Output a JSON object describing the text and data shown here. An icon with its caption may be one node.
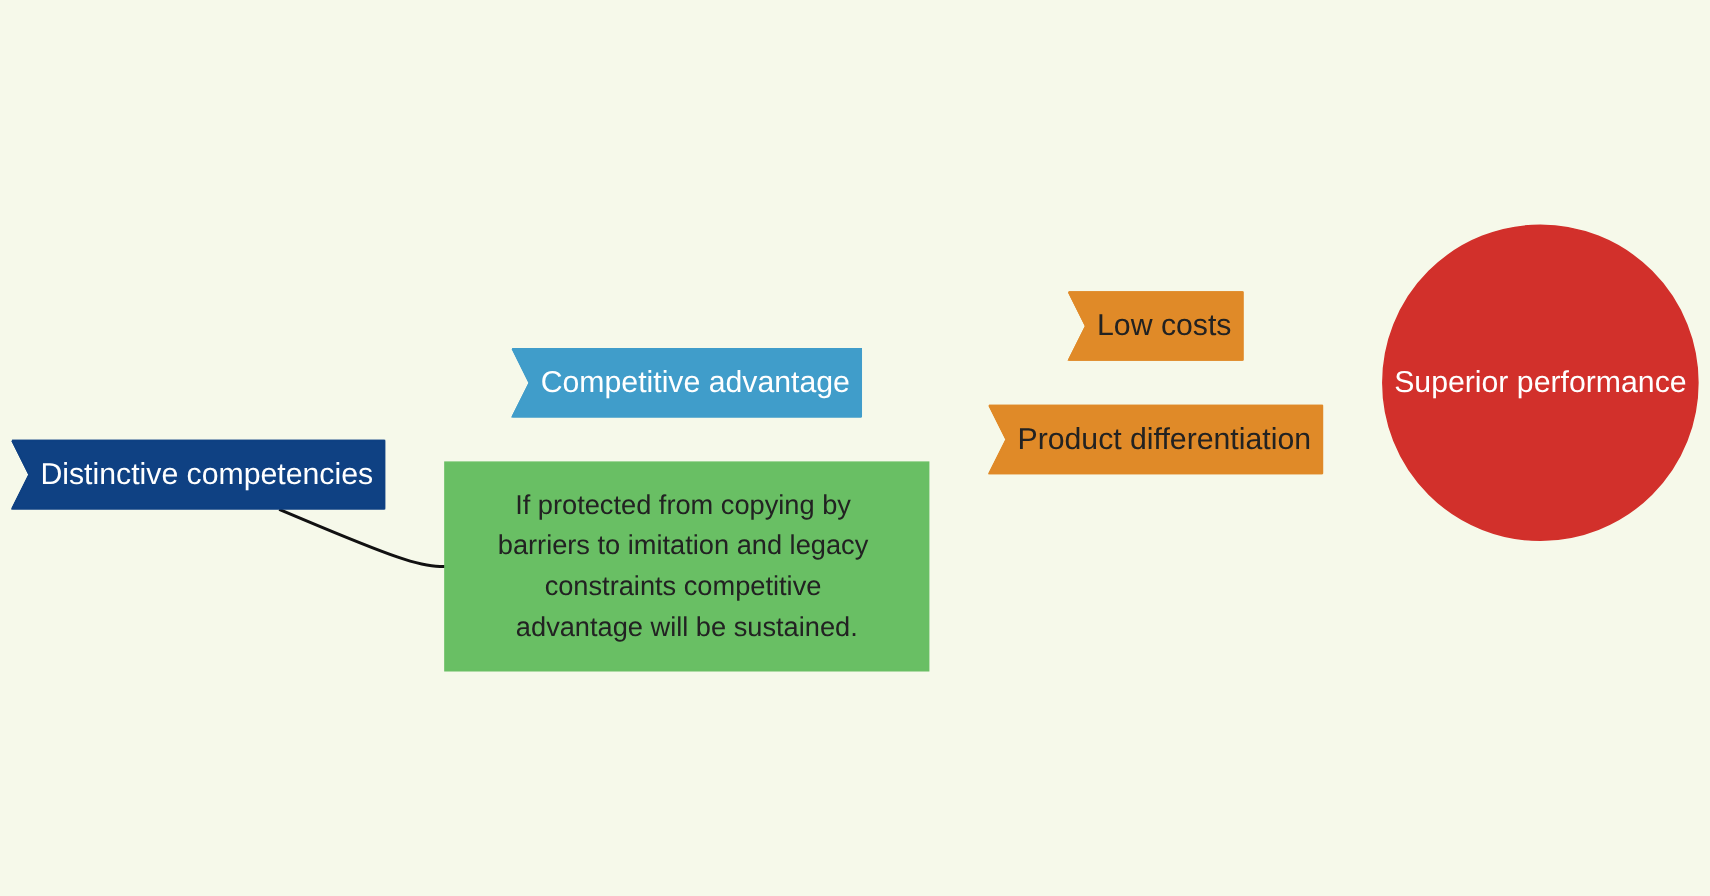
{
  "diagram": {
    "nodes": [
      {
        "text": [
          "Distinctive competencies"
        ]
      },
      {
        "text": [
          "Competitive advantage"
        ]
      },
      {
        "text": [
          "Low costs"
        ]
      },
      {
        "text": [
          "Product differentiation"
        ]
      },
      {
        "text": [
          "Superior performance"
        ]
      },
      {
        "text": [
          "If protected from copying by barriers to imitation and legacy constraints competitive advantage will be sustained."
        ]
      }
    ],
    "edges": [
      {
        "from": 0,
        "to": 5,
        "arrow": "none"
      }
    ]
  }
}
